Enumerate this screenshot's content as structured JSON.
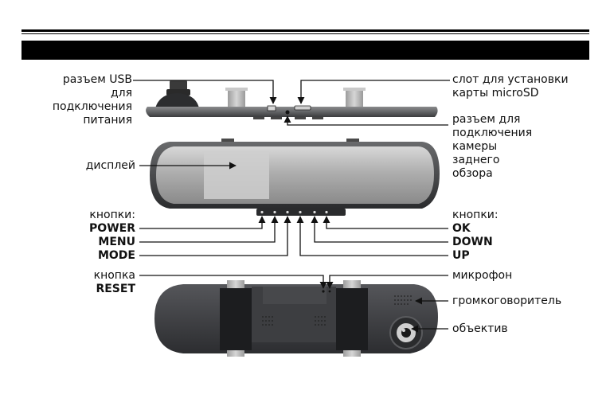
{
  "labels": {
    "usb": [
      "разъем USB",
      "для",
      "подключения",
      "питания"
    ],
    "microsd": [
      "слот для установки",
      "карты microSD"
    ],
    "rear_cam": [
      "разъем для",
      "подключения",
      "камеры",
      "заднего",
      "обзора"
    ],
    "display": "дисплей",
    "buttons_left_title": "кнопки:",
    "buttons_right_title": "кнопки:",
    "power": "POWER",
    "menu": "MENU",
    "mode": "MODE",
    "ok": "OK",
    "down": "DOWN",
    "up": "UP",
    "reset": [
      "кнопка",
      "RESET"
    ],
    "microphone": "микрофон",
    "speaker": "громкоговоритель",
    "lens": "объектив"
  },
  "colors": {
    "band": "#000000",
    "device_body": "#3a3b3d",
    "device_dark": "#222325",
    "screen": "#bdbdbd",
    "clip": "#b8b8b8"
  }
}
